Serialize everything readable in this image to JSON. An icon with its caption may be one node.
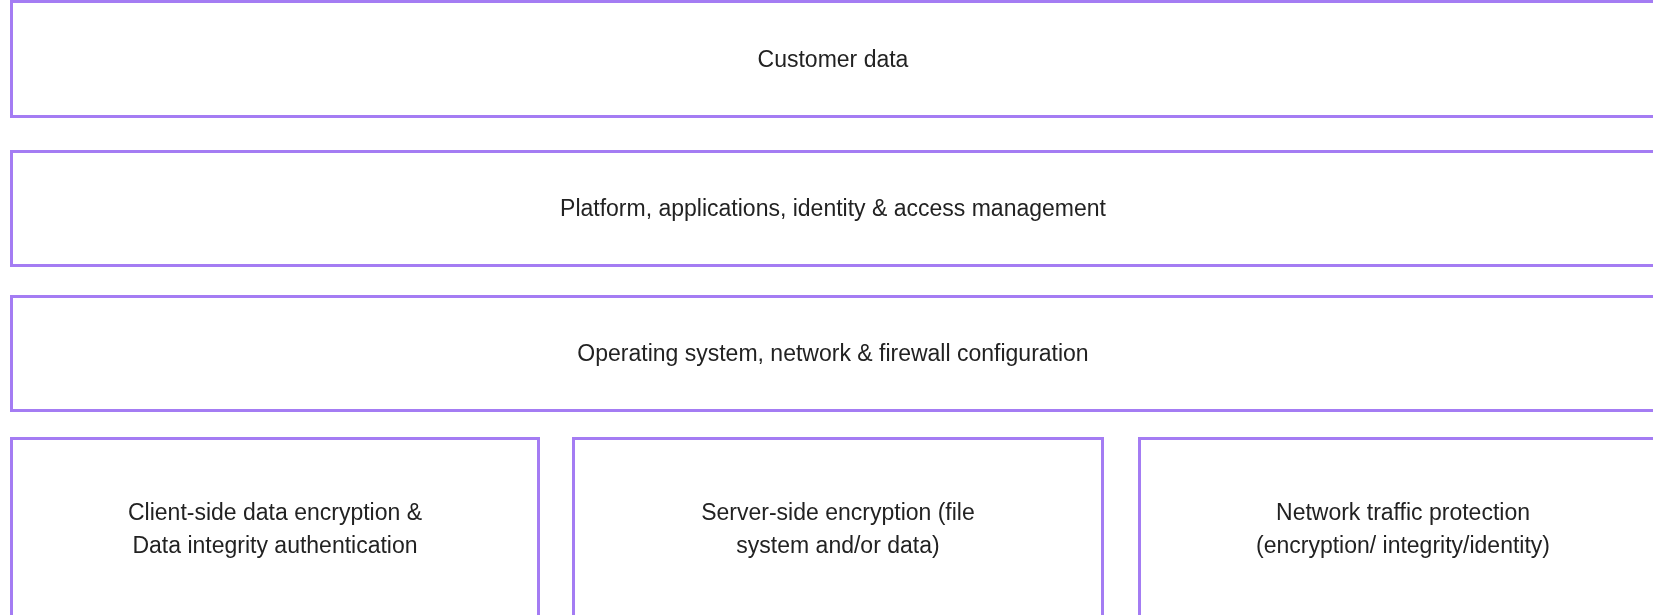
{
  "diagram": {
    "nodes": [
      {
        "text": [
          "Customer data"
        ]
      },
      {
        "text": [
          "Platform, applications, identity & access management"
        ]
      },
      {
        "text": [
          "Operating system, network & firewall configuration"
        ]
      },
      {
        "text": [
          "Client-side data encryption & Data integrity authentication"
        ]
      },
      {
        "text": [
          "Server-side encryption (file system and/or data)"
        ]
      },
      {
        "text": [
          "Network traffic protection (encryption/ integrity/identity)"
        ]
      }
    ]
  }
}
